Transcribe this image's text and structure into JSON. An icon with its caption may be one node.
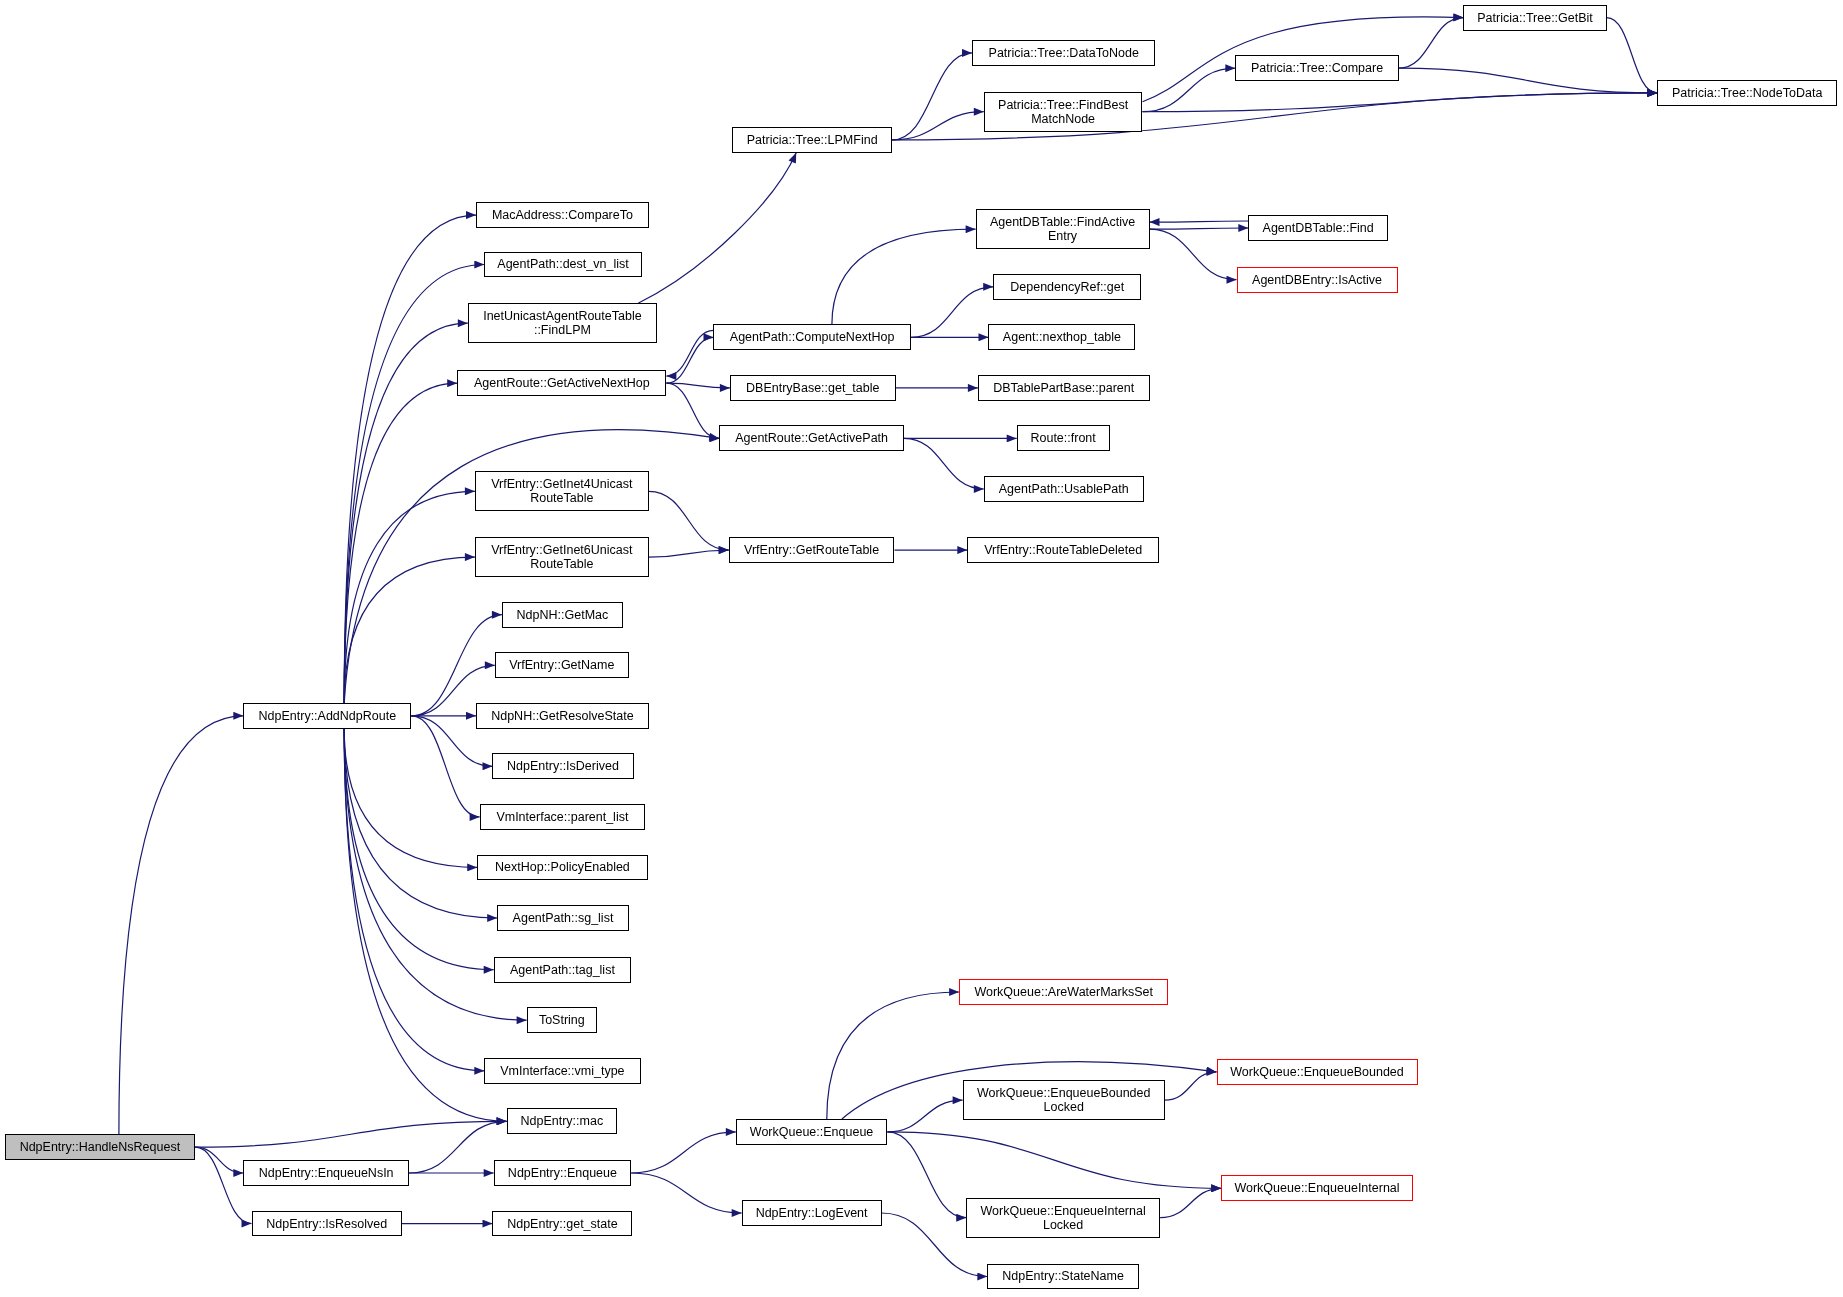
{
  "diagram": {
    "nodes": [
      {
        "text": [
          "NdpEntry::HandleNsRequest"
        ]
      },
      {
        "text": [
          "NdpEntry::AddNdpRoute"
        ]
      },
      {
        "text": [
          "NdpEntry::mac"
        ]
      },
      {
        "text": [
          "NdpEntry::EnqueueNsIn"
        ]
      },
      {
        "text": [
          "NdpEntry::IsResolved"
        ]
      },
      {
        "text": [
          "MacAddress::CompareTo"
        ]
      },
      {
        "text": [
          "AgentPath::dest_vn_list"
        ]
      },
      {
        "text": [
          "InetUnicastAgentRouteTable ::FindLPM"
        ]
      },
      {
        "text": [
          "AgentRoute::GetActiveNextHop"
        ]
      },
      {
        "text": [
          "VrfEntry::GetInet4Unicast RouteTable"
        ]
      },
      {
        "text": [
          "VrfEntry::GetInet6Unicast RouteTable"
        ]
      },
      {
        "text": [
          "NdpNH::GetMac"
        ]
      },
      {
        "text": [
          "VrfEntry::GetName"
        ]
      },
      {
        "text": [
          "NdpNH::GetResolveState"
        ]
      },
      {
        "text": [
          "NdpEntry::IsDerived"
        ]
      },
      {
        "text": [
          "VmInterface::parent_list"
        ]
      },
      {
        "text": [
          "NextHop::PolicyEnabled"
        ]
      },
      {
        "text": [
          "AgentPath::sg_list"
        ]
      },
      {
        "text": [
          "AgentPath::tag_list"
        ]
      },
      {
        "text": [
          "ToString"
        ]
      },
      {
        "text": [
          "VmInterface::vmi_type"
        ]
      },
      {
        "text": [
          "NdpEntry::Enqueue"
        ]
      },
      {
        "text": [
          "NdpEntry::get_state"
        ]
      },
      {
        "text": [
          "Patricia::Tree::LPMFind"
        ]
      },
      {
        "text": [
          "Patricia::Tree::DataToNode"
        ]
      },
      {
        "text": [
          "Patricia::Tree::FindBest MatchNode"
        ]
      },
      {
        "text": [
          "Patricia::Tree::GetBit"
        ]
      },
      {
        "text": [
          "Patricia::Tree::Compare"
        ]
      },
      {
        "text": [
          "Patricia::Tree::NodeToData"
        ]
      },
      {
        "text": [
          "AgentPath::ComputeNextHop"
        ]
      },
      {
        "text": [
          "AgentDBTable::FindActive Entry"
        ]
      },
      {
        "text": [
          "AgentDBTable::Find"
        ]
      },
      {
        "text": [
          "AgentDBEntry::IsActive"
        ]
      },
      {
        "text": [
          "DependencyRef::get"
        ]
      },
      {
        "text": [
          "Agent::nexthop_table"
        ]
      },
      {
        "text": [
          "DBEntryBase::get_table"
        ]
      },
      {
        "text": [
          "DBTablePartBase::parent"
        ]
      },
      {
        "text": [
          "AgentRoute::GetActivePath"
        ]
      },
      {
        "text": [
          "Route::front"
        ]
      },
      {
        "text": [
          "AgentPath::UsablePath"
        ]
      },
      {
        "text": [
          "VrfEntry::GetRouteTable"
        ]
      },
      {
        "text": [
          "VrfEntry::RouteTableDeleted"
        ]
      },
      {
        "text": [
          "WorkQueue::Enqueue"
        ]
      },
      {
        "text": [
          "NdpEntry::LogEvent"
        ]
      },
      {
        "text": [
          "WorkQueue::AreWaterMarksSet"
        ]
      },
      {
        "text": [
          "WorkQueue::EnqueueBounded Locked"
        ]
      },
      {
        "text": [
          "WorkQueue::EnqueueBounded"
        ]
      },
      {
        "text": [
          "WorkQueue::EnqueueInternal Locked"
        ]
      },
      {
        "text": [
          "WorkQueue::EnqueueInternal"
        ]
      },
      {
        "text": [
          "NdpEntry::StateName"
        ]
      }
    ],
    "edges": [
      {
        "from": 0,
        "to": 1,
        "arrow": "to"
      },
      {
        "from": 0,
        "to": 2,
        "arrow": "to"
      },
      {
        "from": 0,
        "to": 3,
        "arrow": "to"
      },
      {
        "from": 0,
        "to": 4,
        "arrow": "to"
      },
      {
        "from": 1,
        "to": 5,
        "arrow": "to"
      },
      {
        "from": 1,
        "to": 6,
        "arrow": "to"
      },
      {
        "from": 1,
        "to": 7,
        "arrow": "to"
      },
      {
        "from": 1,
        "to": 8,
        "arrow": "to"
      },
      {
        "from": 1,
        "to": 37,
        "arrow": "to"
      },
      {
        "from": 1,
        "to": 9,
        "arrow": "to"
      },
      {
        "from": 1,
        "to": 10,
        "arrow": "to"
      },
      {
        "from": 1,
        "to": 11,
        "arrow": "to"
      },
      {
        "from": 1,
        "to": 12,
        "arrow": "to"
      },
      {
        "from": 1,
        "to": 13,
        "arrow": "to"
      },
      {
        "from": 1,
        "to": 14,
        "arrow": "to"
      },
      {
        "from": 1,
        "to": 15,
        "arrow": "to"
      },
      {
        "from": 1,
        "to": 16,
        "arrow": "to"
      },
      {
        "from": 1,
        "to": 17,
        "arrow": "to"
      },
      {
        "from": 1,
        "to": 18,
        "arrow": "to"
      },
      {
        "from": 1,
        "to": 19,
        "arrow": "to"
      },
      {
        "from": 1,
        "to": 20,
        "arrow": "to"
      },
      {
        "from": 1,
        "to": 2,
        "arrow": "to"
      },
      {
        "from": 3,
        "to": 2,
        "arrow": "to"
      },
      {
        "from": 3,
        "to": 21,
        "arrow": "to"
      },
      {
        "from": 4,
        "to": 22,
        "arrow": "to"
      },
      {
        "from": 7,
        "to": 23,
        "arrow": "to"
      },
      {
        "from": 23,
        "to": 24,
        "arrow": "to"
      },
      {
        "from": 23,
        "to": 25,
        "arrow": "to"
      },
      {
        "from": 23,
        "to": 28,
        "arrow": "to"
      },
      {
        "from": 25,
        "to": 26,
        "arrow": "to"
      },
      {
        "from": 25,
        "to": 27,
        "arrow": "to"
      },
      {
        "from": 25,
        "to": 28,
        "arrow": "to"
      },
      {
        "from": 27,
        "to": 26,
        "arrow": "to"
      },
      {
        "from": 27,
        "to": 28,
        "arrow": "to"
      },
      {
        "from": 26,
        "to": 28,
        "arrow": "to"
      },
      {
        "from": 8,
        "to": 29,
        "arrow": "to"
      },
      {
        "from": 8,
        "to": 35,
        "arrow": "to"
      },
      {
        "from": 8,
        "to": 37,
        "arrow": "to"
      },
      {
        "from": 29,
        "to": 8,
        "arrow": "to"
      },
      {
        "from": 29,
        "to": 30,
        "arrow": "to"
      },
      {
        "from": 29,
        "to": 33,
        "arrow": "to"
      },
      {
        "from": 29,
        "to": 34,
        "arrow": "to"
      },
      {
        "from": 30,
        "to": 31,
        "arrow": "to"
      },
      {
        "from": 31,
        "to": 30,
        "arrow": "to"
      },
      {
        "from": 30,
        "to": 32,
        "arrow": "to"
      },
      {
        "from": 35,
        "to": 36,
        "arrow": "to"
      },
      {
        "from": 37,
        "to": 38,
        "arrow": "to"
      },
      {
        "from": 37,
        "to": 39,
        "arrow": "to"
      },
      {
        "from": 9,
        "to": 40,
        "arrow": "to"
      },
      {
        "from": 10,
        "to": 40,
        "arrow": "to"
      },
      {
        "from": 40,
        "to": 41,
        "arrow": "to"
      },
      {
        "from": 21,
        "to": 42,
        "arrow": "to"
      },
      {
        "from": 21,
        "to": 43,
        "arrow": "to"
      },
      {
        "from": 42,
        "to": 44,
        "arrow": "to"
      },
      {
        "from": 42,
        "to": 46,
        "arrow": "to"
      },
      {
        "from": 42,
        "to": 45,
        "arrow": "to"
      },
      {
        "from": 42,
        "to": 48,
        "arrow": "to"
      },
      {
        "from": 42,
        "to": 47,
        "arrow": "to"
      },
      {
        "from": 45,
        "to": 46,
        "arrow": "to"
      },
      {
        "from": 47,
        "to": 48,
        "arrow": "to"
      },
      {
        "from": 43,
        "to": 49,
        "arrow": "to"
      }
    ]
  }
}
